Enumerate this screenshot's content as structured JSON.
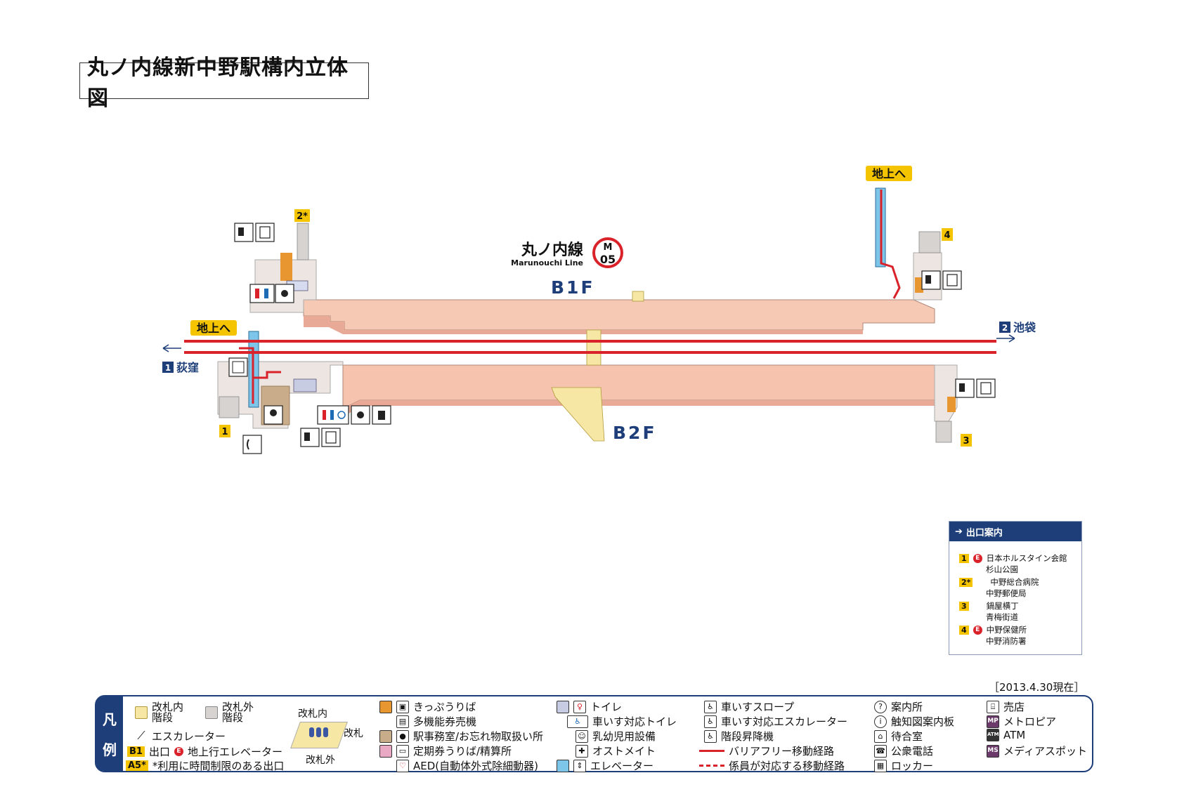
{
  "page_title": "丸ノ内線新中野駅構内立体図",
  "line": {
    "name_ja": "丸ノ内線",
    "name_en": "Marunouchi Line",
    "code_letter": "M",
    "code_number": "05",
    "color": "#d9222a"
  },
  "floors": {
    "b1": "B1F",
    "b2": "B2F"
  },
  "directions": {
    "west_num": "1",
    "west_name": "荻窪",
    "east_num": "2",
    "east_name": "池袋"
  },
  "exits": {
    "e1": "1",
    "e2": "2*",
    "e3": "3",
    "e4": "4"
  },
  "to_ground": {
    "left": "地上へ",
    "right": "地上へ"
  },
  "date_note": "［2013.4.30現在］",
  "exit_guide": {
    "title": "出口案内",
    "rows": [
      {
        "num": "1",
        "elevator": "E",
        "line1": "日本ホルスタイン会館",
        "line2": "杉山公園"
      },
      {
        "num": "2*",
        "elevator": "",
        "line1": "中野総合病院",
        "line2": "中野郵便局"
      },
      {
        "num": "3",
        "elevator": "",
        "line1": "鍋屋横丁",
        "line2": "青梅街道"
      },
      {
        "num": "4",
        "elevator": "E",
        "line1": "中野保健所",
        "line2": "中野消防署"
      }
    ]
  },
  "legend": {
    "side_top": "凡",
    "side_bottom": "例",
    "stairs_in_1": "改札内",
    "stairs_in_2": "階段",
    "stairs_out_1": "改札外",
    "stairs_out_2": "階段",
    "escalator": "エスカレーター",
    "exit_badge": "B1",
    "exit_label": "出口",
    "elev_badge": "E",
    "elev_label": "地上行エレベーター",
    "timed_badge": "A5*",
    "timed_label": "*利用に時間制限のある出口",
    "gate_in": "改札内",
    "gate": "改札",
    "gate_out": "改札外",
    "col2": [
      "きっぷうりば",
      "多機能券売機",
      "駅事務室/お忘れ物取扱い所",
      "定期券うりば/精算所",
      "AED(自動体外式除細動器)"
    ],
    "col3": [
      "トイレ",
      "車いす対応トイレ",
      "乳幼児用設備",
      "オストメイト",
      "エレベーター"
    ],
    "col4": [
      "車いすスロープ",
      "車いす対応エスカレーター",
      "階段昇降機",
      "バリアフリー移動経路",
      "係員が対応する移動経路"
    ],
    "col5": [
      "案内所",
      "触知図案内板",
      "待合室",
      "公衆電話",
      "ロッカー"
    ],
    "col6": [
      "売店",
      "メトロピア",
      "ATM",
      "メディアスポット"
    ],
    "col6_icons": [
      "",
      "MP",
      "ATM",
      "MS"
    ]
  },
  "colors": {
    "concourse": "#f6c9b4",
    "platform": "#f6c3ae",
    "navy": "#1d3e78",
    "yellow": "#f5c400",
    "accent_red": "#d9222a"
  }
}
